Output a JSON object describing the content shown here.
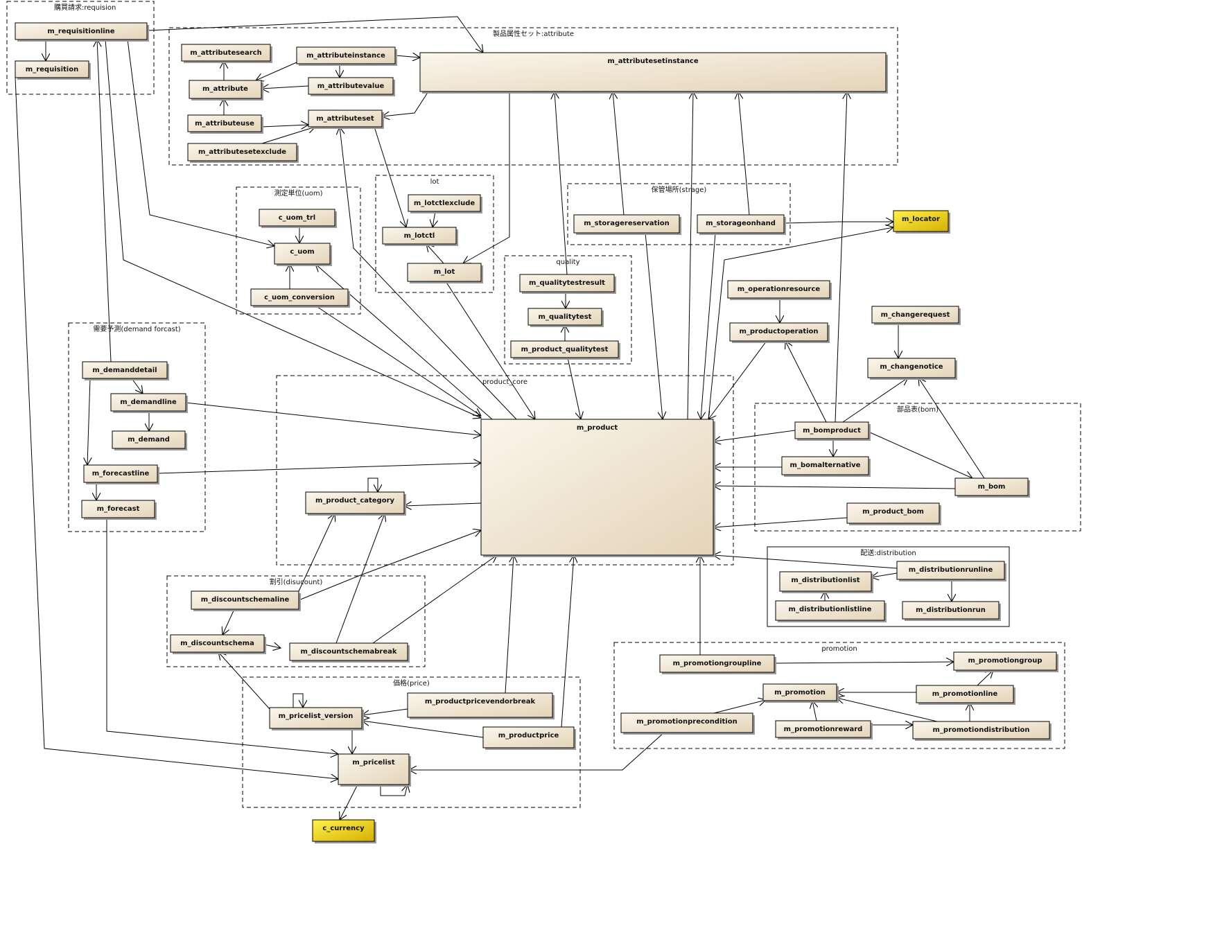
{
  "packages": [
    {
      "id": "requisition",
      "label": "購買請求:requision",
      "style": "dashed"
    },
    {
      "id": "attribute",
      "label": "製品属性セット:attribute",
      "style": "dashed"
    },
    {
      "id": "uom",
      "label": "測定単位(uom)",
      "style": "dashed"
    },
    {
      "id": "lot",
      "label": "lot",
      "style": "dashed"
    },
    {
      "id": "storage",
      "label": "保管場所(strage)",
      "style": "dashed"
    },
    {
      "id": "quality",
      "label": "quality",
      "style": "dashed"
    },
    {
      "id": "demand",
      "label": "需要予測(demand forcast)",
      "style": "dashed"
    },
    {
      "id": "product_core",
      "label": "product_core",
      "style": "dashed"
    },
    {
      "id": "bom",
      "label": "部品表(bom)",
      "style": "dashed"
    },
    {
      "id": "distribution",
      "label": "配送:distribution",
      "style": "solid"
    },
    {
      "id": "discount",
      "label": "割引(disucount)",
      "style": "dashed"
    },
    {
      "id": "price",
      "label": "価格(price)",
      "style": "dashed"
    },
    {
      "id": "promotion",
      "label": "promotion",
      "style": "dashed"
    }
  ],
  "entities": [
    {
      "id": "m_requisitionline",
      "label": "m_requisitionline",
      "style": "normal"
    },
    {
      "id": "m_requisition",
      "label": "m_requisition",
      "style": "normal"
    },
    {
      "id": "m_attributesearch",
      "label": "m_attributesearch",
      "style": "normal"
    },
    {
      "id": "m_attributeinstance",
      "label": "m_attributeinstance",
      "style": "normal"
    },
    {
      "id": "m_attribute",
      "label": "m_attribute",
      "style": "normal"
    },
    {
      "id": "m_attributevalue",
      "label": "m_attributevalue",
      "style": "normal"
    },
    {
      "id": "m_attributeuse",
      "label": "m_attributeuse",
      "style": "normal"
    },
    {
      "id": "m_attributeset",
      "label": "m_attributeset",
      "style": "normal"
    },
    {
      "id": "m_attributesetexclude",
      "label": "m_attributesetexclude",
      "style": "normal"
    },
    {
      "id": "m_attributesetinstance",
      "label": "m_attributesetinstance",
      "style": "normal"
    },
    {
      "id": "c_uom_trl",
      "label": "c_uom_trl",
      "style": "normal"
    },
    {
      "id": "c_uom",
      "label": "c_uom",
      "style": "normal"
    },
    {
      "id": "c_uom_conversion",
      "label": "c_uom_conversion",
      "style": "normal"
    },
    {
      "id": "m_lotctlexclude",
      "label": "m_lotctlexclude",
      "style": "normal"
    },
    {
      "id": "m_lotctl",
      "label": "m_lotctl",
      "style": "normal"
    },
    {
      "id": "m_lot",
      "label": "m_lot",
      "style": "normal"
    },
    {
      "id": "m_storagereservation",
      "label": "m_storagereservation",
      "style": "normal"
    },
    {
      "id": "m_storageonhand",
      "label": "m_storageonhand",
      "style": "normal"
    },
    {
      "id": "m_locator",
      "label": "m_locator",
      "style": "external"
    },
    {
      "id": "m_qualitytestresult",
      "label": "m_qualitytestresult",
      "style": "normal"
    },
    {
      "id": "m_qualitytest",
      "label": "m_qualitytest",
      "style": "normal"
    },
    {
      "id": "m_product_qualitytest",
      "label": "m_product_qualitytest",
      "style": "normal"
    },
    {
      "id": "m_operationresource",
      "label": "m_operationresource",
      "style": "normal"
    },
    {
      "id": "m_productoperation",
      "label": "m_productoperation",
      "style": "normal"
    },
    {
      "id": "m_changerequest",
      "label": "m_changerequest",
      "style": "normal"
    },
    {
      "id": "m_changenotice",
      "label": "m_changenotice",
      "style": "normal"
    },
    {
      "id": "m_demanddetail",
      "label": "m_demanddetail",
      "style": "normal"
    },
    {
      "id": "m_demandline",
      "label": "m_demandline",
      "style": "normal"
    },
    {
      "id": "m_demand",
      "label": "m_demand",
      "style": "normal"
    },
    {
      "id": "m_forecastline",
      "label": "m_forecastline",
      "style": "normal"
    },
    {
      "id": "m_forecast",
      "label": "m_forecast",
      "style": "normal"
    },
    {
      "id": "m_product",
      "label": "m_product",
      "style": "normal"
    },
    {
      "id": "m_product_category",
      "label": "m_product_category",
      "style": "normal"
    },
    {
      "id": "m_bomproduct",
      "label": "m_bomproduct",
      "style": "normal"
    },
    {
      "id": "m_bomalternative",
      "label": "m_bomalternative",
      "style": "normal"
    },
    {
      "id": "m_bom",
      "label": "m_bom",
      "style": "normal"
    },
    {
      "id": "m_product_bom",
      "label": "m_product_bom",
      "style": "normal"
    },
    {
      "id": "m_distributionlist",
      "label": "m_distributionlist",
      "style": "normal"
    },
    {
      "id": "m_distributionrunline",
      "label": "m_distributionrunline",
      "style": "normal"
    },
    {
      "id": "m_distributionlistline",
      "label": "m_distributionlistline",
      "style": "normal"
    },
    {
      "id": "m_distributionrun",
      "label": "m_distributionrun",
      "style": "normal"
    },
    {
      "id": "m_discountschemaline",
      "label": "m_discountschemaline",
      "style": "normal"
    },
    {
      "id": "m_discountschema",
      "label": "m_discountschema",
      "style": "normal"
    },
    {
      "id": "m_discountschemabreak",
      "label": "m_discountschemabreak",
      "style": "normal"
    },
    {
      "id": "m_pricelist_version",
      "label": "m_pricelist_version",
      "style": "normal"
    },
    {
      "id": "m_productpricevendorbreak",
      "label": "m_productpricevendorbreak",
      "style": "normal"
    },
    {
      "id": "m_productprice",
      "label": "m_productprice",
      "style": "normal"
    },
    {
      "id": "m_pricelist",
      "label": "m_pricelist",
      "style": "normal"
    },
    {
      "id": "c_currency",
      "label": "c_currency",
      "style": "external"
    },
    {
      "id": "m_promotiongroupline",
      "label": "m_promotiongroupline",
      "style": "normal"
    },
    {
      "id": "m_promotiongroup",
      "label": "m_promotiongroup",
      "style": "normal"
    },
    {
      "id": "m_promotion",
      "label": "m_promotion",
      "style": "normal"
    },
    {
      "id": "m_promotionline",
      "label": "m_promotionline",
      "style": "normal"
    },
    {
      "id": "m_promotionprecondition",
      "label": "m_promotionprecondition",
      "style": "normal"
    },
    {
      "id": "m_promotionreward",
      "label": "m_promotionreward",
      "style": "normal"
    },
    {
      "id": "m_promotiondistribution",
      "label": "m_promotiondistribution",
      "style": "normal"
    }
  ],
  "relations": [
    [
      "m_requisitionline",
      "m_requisition"
    ],
    [
      "m_requisitionline",
      "m_attributesetinstance"
    ],
    [
      "m_requisitionline",
      "c_uom"
    ],
    [
      "m_requisitionline",
      "m_product"
    ],
    [
      "m_requisition",
      "m_pricelist"
    ],
    [
      "m_attributeinstance",
      "m_attributesetinstance"
    ],
    [
      "m_attributeinstance",
      "m_attribute"
    ],
    [
      "m_attributeinstance",
      "m_attributevalue"
    ],
    [
      "m_attributevalue",
      "m_attribute"
    ],
    [
      "m_attribute",
      "m_attributesearch"
    ],
    [
      "m_attributeuse",
      "m_attribute"
    ],
    [
      "m_attributeuse",
      "m_attributeset"
    ],
    [
      "m_attributesetexclude",
      "m_attributeset"
    ],
    [
      "m_attributesetinstance",
      "m_attributeset"
    ],
    [
      "m_attributesetinstance",
      "m_lot"
    ],
    [
      "m_attributeset",
      "m_lotctl"
    ],
    [
      "c_uom_trl",
      "c_uom"
    ],
    [
      "c_uom_conversion",
      "c_uom"
    ],
    [
      "c_uom_conversion",
      "m_product"
    ],
    [
      "m_lotctlexclude",
      "m_lotctl"
    ],
    [
      "m_lot",
      "m_lotctl"
    ],
    [
      "m_lot",
      "m_product"
    ],
    [
      "m_storagereservation",
      "m_attributesetinstance"
    ],
    [
      "m_storagereservation",
      "m_product"
    ],
    [
      "m_storageonhand",
      "m_attributesetinstance"
    ],
    [
      "m_storageonhand",
      "m_product"
    ],
    [
      "m_storageonhand",
      "m_locator"
    ],
    [
      "m_qualitytestresult",
      "m_attributesetinstance"
    ],
    [
      "m_qualitytestresult",
      "m_qualitytest"
    ],
    [
      "m_product_qualitytest",
      "m_qualitytest"
    ],
    [
      "m_product_qualitytest",
      "m_product"
    ],
    [
      "m_operationresource",
      "m_productoperation"
    ],
    [
      "m_productoperation",
      "m_product"
    ],
    [
      "m_changerequest",
      "m_changenotice"
    ],
    [
      "m_demanddetail",
      "m_demandline"
    ],
    [
      "m_demanddetail",
      "m_forecastline"
    ],
    [
      "m_demanddetail",
      "m_requisitionline"
    ],
    [
      "m_demandline",
      "m_demand"
    ],
    [
      "m_demandline",
      "m_product"
    ],
    [
      "m_forecastline",
      "m_forecast"
    ],
    [
      "m_forecastline",
      "m_product"
    ],
    [
      "m_forecast",
      "m_pricelist"
    ],
    [
      "m_product",
      "m_product_category"
    ],
    [
      "m_product",
      "m_attributeset"
    ],
    [
      "m_product",
      "c_uom"
    ],
    [
      "m_product",
      "m_attributesetinstance"
    ],
    [
      "m_product",
      "m_locator"
    ],
    [
      "m_product_category",
      "m_product_category"
    ],
    [
      "m_bomproduct",
      "m_product"
    ],
    [
      "m_bomproduct",
      "m_bomalternative"
    ],
    [
      "m_bomproduct",
      "m_bom"
    ],
    [
      "m_bomproduct",
      "m_changenotice"
    ],
    [
      "m_bomproduct",
      "m_productoperation"
    ],
    [
      "m_bomproduct",
      "m_attributesetinstance"
    ],
    [
      "m_bomalternative",
      "m_product"
    ],
    [
      "m_bom",
      "m_product"
    ],
    [
      "m_bom",
      "m_changenotice"
    ],
    [
      "m_product_bom",
      "m_product"
    ],
    [
      "m_distributionrunline",
      "m_distributionlist"
    ],
    [
      "m_distributionrunline",
      "m_distributionrun"
    ],
    [
      "m_distributionrunline",
      "m_product"
    ],
    [
      "m_distributionlistline",
      "m_distributionlist"
    ],
    [
      "m_discountschemaline",
      "m_discountschema"
    ],
    [
      "m_discountschemaline",
      "m_product_category"
    ],
    [
      "m_discountschemaline",
      "m_product"
    ],
    [
      "m_discountschemabreak",
      "m_discountschema"
    ],
    [
      "m_discountschemabreak",
      "m_product_category"
    ],
    [
      "m_discountschemabreak",
      "m_product"
    ],
    [
      "m_pricelist_version",
      "m_discountschema"
    ],
    [
      "m_pricelist_version",
      "m_pricelist"
    ],
    [
      "m_pricelist_version",
      "m_pricelist_version"
    ],
    [
      "m_productpricevendorbreak",
      "m_pricelist_version"
    ],
    [
      "m_productpricevendorbreak",
      "m_product"
    ],
    [
      "m_productprice",
      "m_pricelist_version"
    ],
    [
      "m_productprice",
      "m_product"
    ],
    [
      "m_pricelist",
      "c_currency"
    ],
    [
      "m_pricelist",
      "m_pricelist"
    ],
    [
      "m_promotiongroupline",
      "m_promotiongroup"
    ],
    [
      "m_promotiongroupline",
      "m_product"
    ],
    [
      "m_promotionline",
      "m_promotion"
    ],
    [
      "m_promotionline",
      "m_promotiongroup"
    ],
    [
      "m_promotionprecondition",
      "m_promotion"
    ],
    [
      "m_promotionprecondition",
      "m_pricelist"
    ],
    [
      "m_promotionreward",
      "m_promotion"
    ],
    [
      "m_promotionreward",
      "m_promotiondistribution"
    ],
    [
      "m_promotiondistribution",
      "m_promotion"
    ],
    [
      "m_promotiondistribution",
      "m_promotionline"
    ]
  ],
  "colors": {
    "entity_light": "#fbf6ec",
    "entity_dark": "#e4d4b8",
    "external_light": "#fff24a",
    "external_dark": "#d6b000",
    "line": "#000000",
    "package_border": "#000000"
  }
}
